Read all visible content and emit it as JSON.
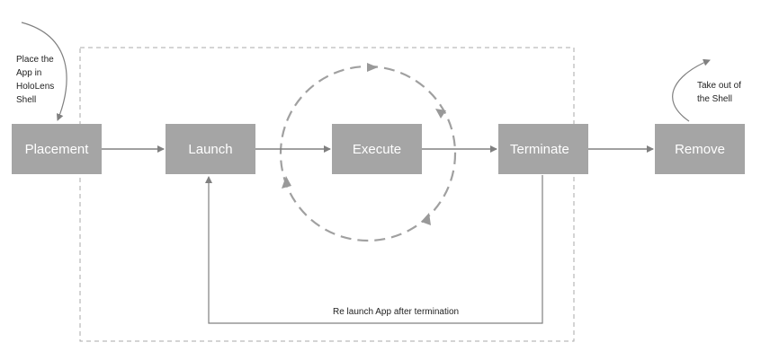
{
  "diagram": {
    "stages": {
      "placement": "Placement",
      "launch": "Launch",
      "execute": "Execute",
      "terminate": "Terminate",
      "remove": "Remove"
    },
    "notes": {
      "place_app": [
        "Place the",
        "App in",
        "HoloLens",
        "Shell"
      ],
      "take_out": [
        "Take out of",
        "the Shell"
      ],
      "relaunch": "Re launch App after termination"
    },
    "colors": {
      "box_fill": "#a5a5a5",
      "box_text": "#ffffff",
      "arrow": "#808080",
      "dashed_border": "#aaaaaa",
      "cycle_dash": "#a0a0a0"
    }
  }
}
